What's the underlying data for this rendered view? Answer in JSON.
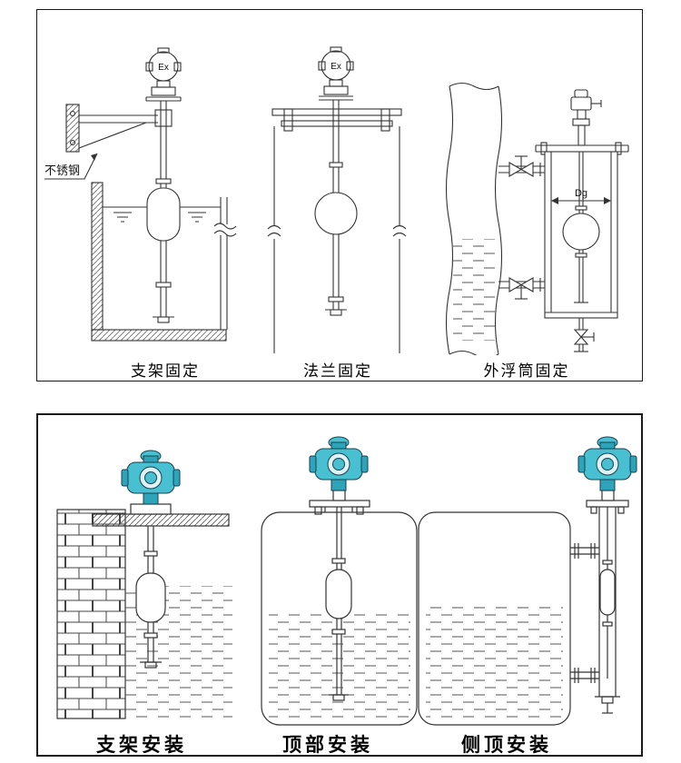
{
  "top_panel": {
    "stainless_label": "不锈钢",
    "ex_label": "Ex",
    "dg_label": "Dg",
    "captions": [
      "支架固定",
      "法兰固定",
      "外浮筒固定"
    ]
  },
  "bottom_panel": {
    "captions": [
      "支架安装",
      "顶部安装",
      "侧顶安装"
    ]
  },
  "colors": {
    "line": "#333333",
    "transmitter_teal": "#49c0d2",
    "transmitter_teal_dark": "#2ea4bb",
    "panel_border": "#111111",
    "background": "#ffffff"
  }
}
